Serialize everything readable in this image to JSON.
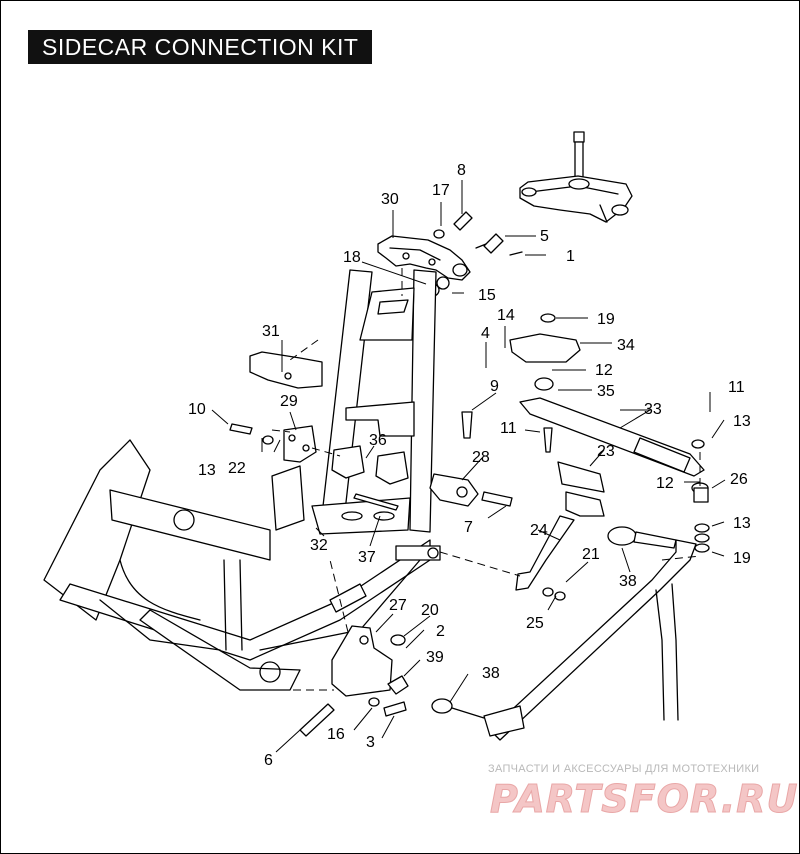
{
  "title": "SIDECAR CONNECTION KIT",
  "callouts": {
    "c1": "1",
    "c2": "2",
    "c3": "3",
    "c4": "4",
    "c5": "5",
    "c6": "6",
    "c7": "7",
    "c8": "8",
    "c9": "9",
    "c10": "10",
    "c11a": "11",
    "c11b": "11",
    "c12a": "12",
    "c12b": "12",
    "c13a": "13",
    "c13b": "13",
    "c13c": "13",
    "c14": "14",
    "c15": "15",
    "c16": "16",
    "c17": "17",
    "c18": "18",
    "c19a": "19",
    "c19b": "19",
    "c20": "20",
    "c21": "21",
    "c22": "22",
    "c23": "23",
    "c24": "24",
    "c25": "25",
    "c26": "26",
    "c27": "27",
    "c28": "28",
    "c29": "29",
    "c30": "30",
    "c31": "31",
    "c32": "32",
    "c33": "33",
    "c34": "34",
    "c35": "35",
    "c36": "36",
    "c37": "37",
    "c38a": "38",
    "c38b": "38",
    "c39": "39"
  },
  "watermark": {
    "subtitle": "ЗАПЧАСТИ И АКСЕССУАРЫ ДЛЯ МОТОТЕХНИКИ",
    "logo": "PARTSFOR.RU"
  }
}
